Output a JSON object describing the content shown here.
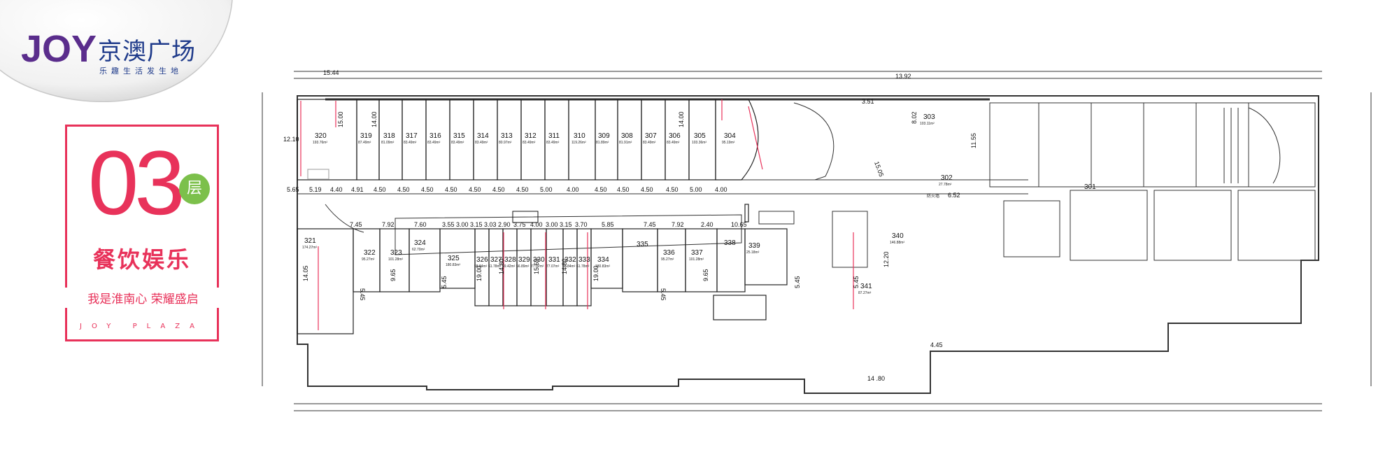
{
  "brand": {
    "logo_text": "JOY",
    "name_cn": "京澳广场",
    "tagline_cn": "乐趣生活发生地"
  },
  "floor": {
    "number": "03",
    "badge": "层",
    "category": "餐饮娱乐",
    "slogan": "我是淮南心 荣耀盛启",
    "sub": "JOY PLAZA"
  },
  "colors": {
    "accent": "#e8325a",
    "badge": "#7cc04b",
    "brand_blue": "#1e3a8a",
    "brand_purple": "#5a2d8c"
  },
  "plan": {
    "shops_top": [
      {
        "id": "320",
        "area": "193.76m²"
      },
      {
        "id": "319",
        "area": "87.49m²"
      },
      {
        "id": "318",
        "area": "81.09m²"
      },
      {
        "id": "317",
        "area": "83.49m²"
      },
      {
        "id": "316",
        "area": "83.49m²"
      },
      {
        "id": "315",
        "area": "83.49m²"
      },
      {
        "id": "314",
        "area": "83.49m²"
      },
      {
        "id": "313",
        "area": "80.97m²"
      },
      {
        "id": "312",
        "area": "83.49m²"
      },
      {
        "id": "311",
        "area": "83.49m²"
      },
      {
        "id": "310",
        "area": "119.26m²"
      },
      {
        "id": "309",
        "area": "81.89m²"
      },
      {
        "id": "308",
        "area": "81.91m²"
      },
      {
        "id": "307",
        "area": "83.49m²"
      },
      {
        "id": "306",
        "area": "83.49m²"
      },
      {
        "id": "305",
        "area": "103.36m²"
      },
      {
        "id": "304",
        "area": "95.19m²"
      }
    ],
    "shops_mid": [
      {
        "id": "303",
        "area": "103.11m²"
      },
      {
        "id": "302",
        "area": "27.78m²"
      },
      {
        "id": "301",
        "area": ""
      }
    ],
    "shops_bottom": [
      {
        "id": "321",
        "area": "174.27m²"
      },
      {
        "id": "322",
        "area": "95.27m²"
      },
      {
        "id": "323",
        "area": "101.28m²"
      },
      {
        "id": "324",
        "area": "62.70m²"
      },
      {
        "id": "325",
        "area": "180.83m²"
      },
      {
        "id": "326",
        "area": "58.84m²"
      },
      {
        "id": "327",
        "area": "61.78m²"
      },
      {
        "id": "328",
        "area": "59.42m²"
      },
      {
        "id": "329",
        "area": "56.89m²"
      },
      {
        "id": "330",
        "area": "77.07m²"
      },
      {
        "id": "331",
        "area": "77.07m²"
      },
      {
        "id": "332",
        "area": "58.84m²"
      },
      {
        "id": "333",
        "area": "61.78m²"
      },
      {
        "id": "334",
        "area": "180.83m²"
      },
      {
        "id": "335",
        "area": ""
      },
      {
        "id": "336",
        "area": "95.27m²"
      },
      {
        "id": "337",
        "area": "101.28m²"
      },
      {
        "id": "338",
        "area": ""
      },
      {
        "id": "339",
        "area": "25.18m²"
      },
      {
        "id": "340",
        "area": "146.88m²"
      },
      {
        "id": "341",
        "area": "87.27m²"
      }
    ],
    "dims_top": [
      "5.65",
      "5.19",
      "4.40",
      "4.91",
      "4.50",
      "4.50",
      "4.50",
      "4.50",
      "4.50",
      "4.50",
      "4.50",
      "5.00",
      "4.00",
      "4.50",
      "4.50",
      "4.50",
      "4.50",
      "5.00",
      "4.00"
    ],
    "dims_bottom": [
      "7.45",
      "7.92",
      "7.60",
      "3.55",
      "3.00",
      "3.15",
      "3.03",
      "2.90",
      "3.75",
      "4.00",
      "3.00",
      "3.15",
      "3.70",
      "5.85",
      "7.45",
      "7.92",
      "2.40",
      "10.65"
    ],
    "dims_misc": {
      "d15_44": "15.44",
      "d15_00": "15.00",
      "d14_00a": "14.00",
      "d14_00b": "14.00",
      "d12_10": "12.10",
      "d13_92": "13.92",
      "d3_51": "3.51",
      "d8_02": "8.02",
      "d11_55": "11.55",
      "d6_52": "6.52",
      "d15_05": "15.05",
      "d14_05": "14.05",
      "d5_45a": "5.45",
      "d9_65a": "9.65",
      "d5_45b": "5.45",
      "d19_00a": "19.00",
      "d14_80a": "14.80",
      "d15_65": "15.65",
      "d14_80b": "14.80",
      "d19_00b": "19.00",
      "d5_45c": "5.45",
      "d9_65b": "9.65",
      "d5_45d": "5.45",
      "d12_20": "12.20",
      "d4_45": "4.45",
      "d14_80c": "14 .80",
      "d5_45e": "5.45"
    },
    "mall_label": "防火墙"
  }
}
